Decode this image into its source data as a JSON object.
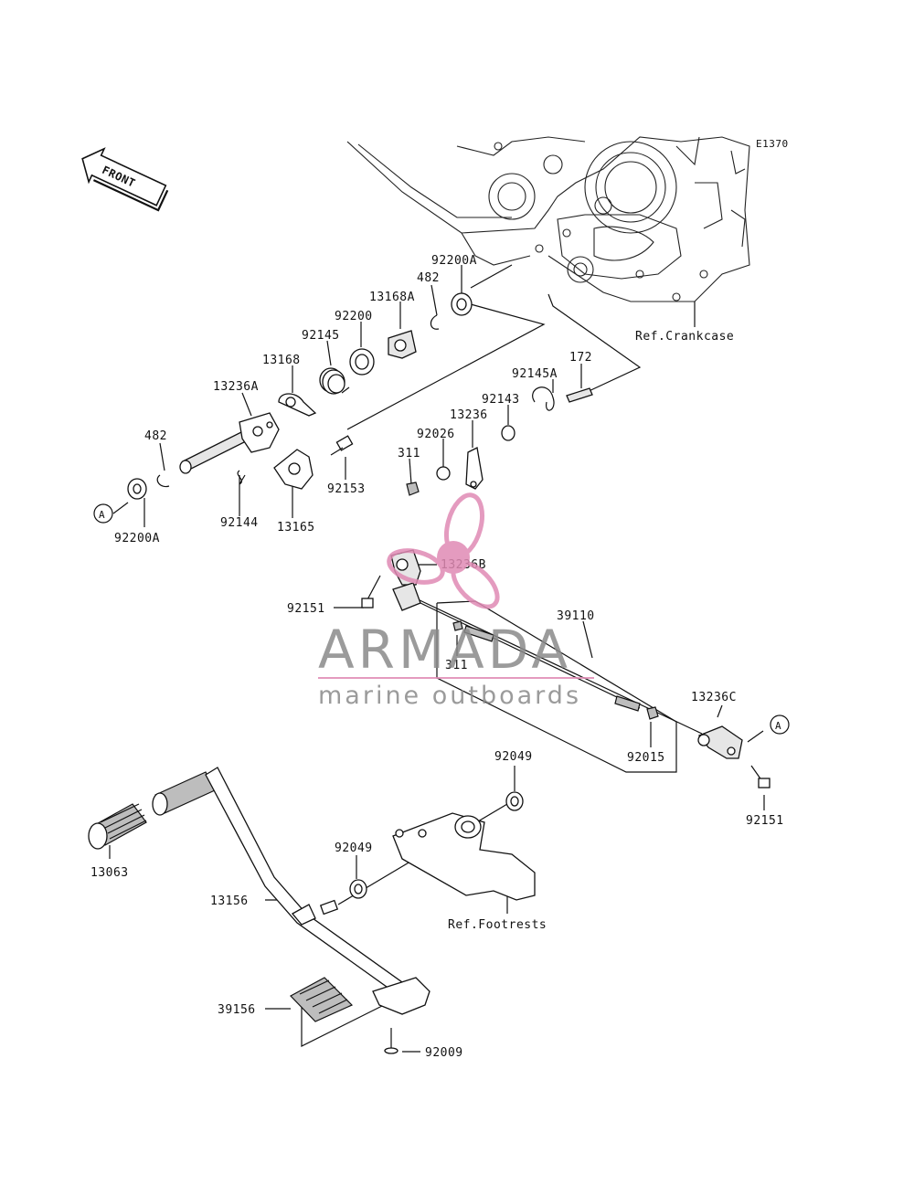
{
  "figure_code": "E1370",
  "front_arrow": {
    "label": "FRONT"
  },
  "references": {
    "crankcase": "Ref.Crankcase",
    "footrests": "Ref.Footrests"
  },
  "connector": "A",
  "parts": {
    "p92200A_top": "92200A",
    "p482_top": "482",
    "p13168A": "13168A",
    "p92200": "92200",
    "p92145": "92145",
    "p13168": "13168",
    "p13236A": "13236A",
    "p482_left": "482",
    "p92200A_left": "92200A",
    "p92144": "92144",
    "p13165": "13165",
    "p92153": "92153",
    "p172": "172",
    "p92145A": "92145A",
    "p92143": "92143",
    "p13236": "13236",
    "p92026": "92026",
    "p311_top": "311",
    "p13236B": "13236B",
    "p92151_left": "92151",
    "p39110": "39110",
    "p311_mid": "311",
    "p13236C": "13236C",
    "p92015": "92015",
    "p92151_right": "92151",
    "p92049_top": "92049",
    "p92049_mid": "92049",
    "p13063": "13063",
    "p13156": "13156",
    "p39156": "39156",
    "p92009": "92009"
  },
  "watermark": {
    "title": "ARMADA",
    "subtitle": "marine outboards",
    "title_color": "#8a8a8a",
    "accent_color": "#e08ab4"
  }
}
